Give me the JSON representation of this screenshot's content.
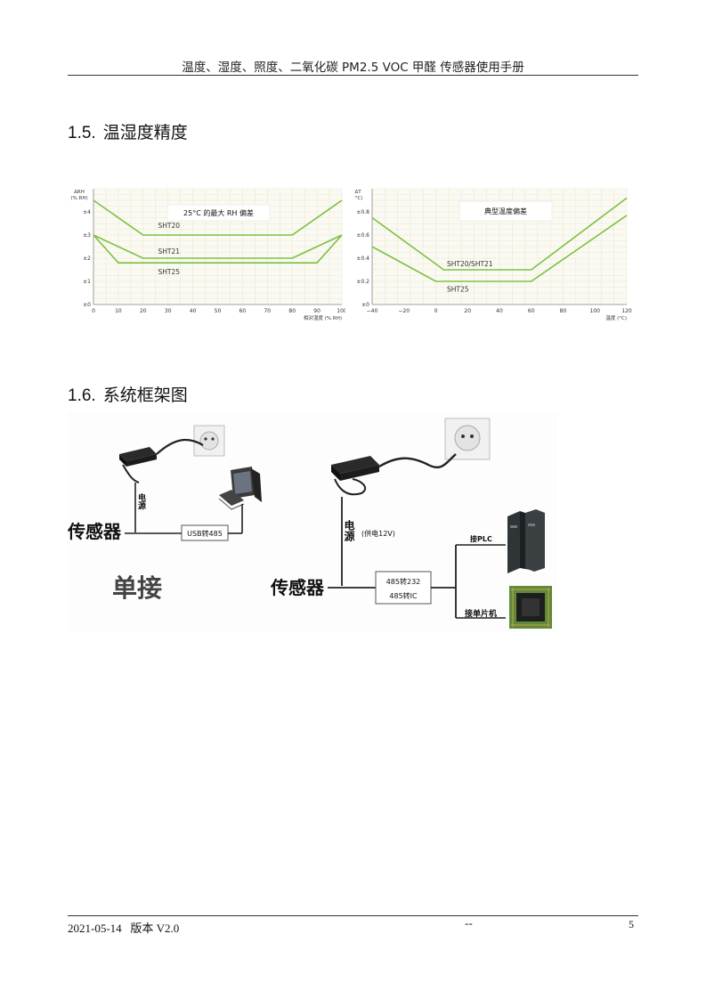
{
  "header": {
    "title": "温度、湿度、照度、二氧化碳  PM2.5 VOC  甲醛  传感器使用手册"
  },
  "section1": {
    "num": "1.5.",
    "title": "温湿度精度"
  },
  "section2": {
    "num": "1.6.",
    "title": "系统框架图"
  },
  "chart_data": [
    {
      "type": "line",
      "title": "25°C 的最大 RH 偏差",
      "ylabel_lines": [
        "ΔRH",
        "(% RH)"
      ],
      "xlabel": "相对湿度 (% RH)",
      "xlim": [
        0,
        100
      ],
      "ylim": [
        0,
        5
      ],
      "xticks": [
        0,
        10,
        20,
        30,
        40,
        50,
        60,
        70,
        80,
        90,
        100
      ],
      "yticks": [
        0,
        1,
        2,
        3,
        4
      ],
      "ytick_labels": [
        "±0",
        "±1",
        "±2",
        "±3",
        "±4"
      ],
      "grid": true,
      "color": "#7ac142",
      "series": [
        {
          "name": "SHT20",
          "x": [
            0,
            20,
            80,
            100
          ],
          "y": [
            4.5,
            3.0,
            3.0,
            4.5
          ]
        },
        {
          "name": "SHT21",
          "x": [
            0,
            20,
            80,
            100
          ],
          "y": [
            3.0,
            2.0,
            2.0,
            3.0
          ]
        },
        {
          "name": "SHT25",
          "x": [
            0,
            10,
            90,
            100
          ],
          "y": [
            3.0,
            1.8,
            1.8,
            3.0
          ]
        }
      ]
    },
    {
      "type": "line",
      "title": "典型温度偏差",
      "ylabel_lines": [
        "ΔT",
        "(°C)"
      ],
      "xlabel": "温度 (°C)",
      "xlim": [
        -40,
        120
      ],
      "ylim": [
        0,
        1.0
      ],
      "xticks": [
        -40,
        -20,
        0,
        20,
        40,
        60,
        80,
        100,
        120
      ],
      "xtick_labels": [
        "−40",
        "−20",
        "0",
        "20",
        "40",
        "60",
        "80",
        "100",
        "120"
      ],
      "yticks": [
        0,
        0.2,
        0.4,
        0.6,
        0.8
      ],
      "ytick_labels": [
        "±0",
        "±0.2",
        "±0.4",
        "±0.6",
        "±0.8"
      ],
      "grid": true,
      "color": "#7ac142",
      "series": [
        {
          "name": "SHT20/SHT21",
          "x": [
            -40,
            5,
            60,
            120
          ],
          "y": [
            0.75,
            0.3,
            0.3,
            0.92
          ]
        },
        {
          "name": "SHT25",
          "x": [
            -40,
            0,
            25,
            60,
            120
          ],
          "y": [
            0.5,
            0.2,
            0.2,
            0.2,
            0.77
          ]
        }
      ]
    }
  ],
  "diagram": {
    "left": {
      "sensor": "传感器",
      "power_label": "电源",
      "converter": "USB转485",
      "mode": "单接"
    },
    "right": {
      "sensor": "传感器",
      "power_label": "电源",
      "power_note": "(供电12V)",
      "converter_line1": "485转232",
      "converter_line2": "485转IC",
      "plc_label": "接PLC",
      "mcu_label": "接单片机"
    },
    "icons": [
      "power-adapter-icon",
      "wall-socket-icon",
      "computer-icon",
      "plc-icon",
      "circuit-board-icon"
    ]
  },
  "footer": {
    "date": "2021-05-14",
    "version": "版本 V2.0",
    "middle": "--",
    "page": "5"
  }
}
